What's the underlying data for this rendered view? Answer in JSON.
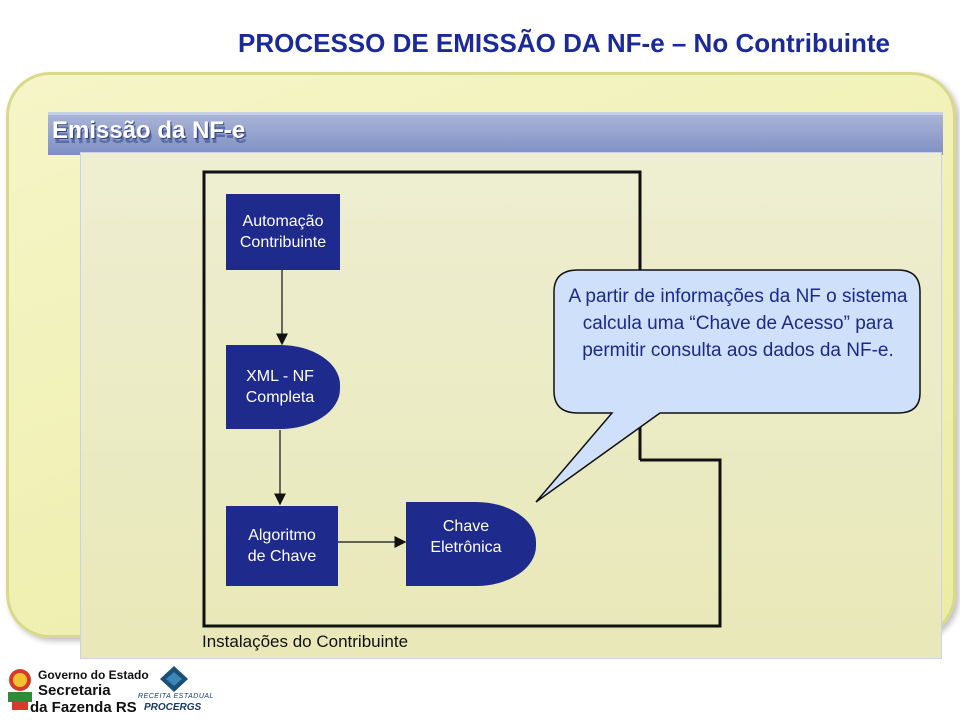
{
  "title": "PROCESSO DE EMISSÃO DA NF-e – No Contribuinte",
  "banner": "Emissão da NF-e",
  "nodes": {
    "automacao": [
      "Automação",
      "Contribuinte"
    ],
    "xml": [
      "XML - NF",
      "Completa"
    ],
    "algoritmo": [
      "Algoritmo",
      "de Chave"
    ],
    "chave": [
      "Chave",
      "Eletrônica"
    ]
  },
  "callout": "A partir de informações da NF o sistema calcula uma “Chave de Acesso” para permitir consulta aos dados da NF-e.",
  "container_label": "Instalações do Contribuinte",
  "logos": {
    "governo": "Governo do Estado",
    "secretaria": "Secretaria",
    "fazenda": "da Fazenda RS",
    "receita": "RECEITA ESTADUAL",
    "procergs": "PROCERGS"
  },
  "colors": {
    "title": "#1a2a9a",
    "node_fill": "#1e2a8c",
    "callout_fill": "#cfe0fa",
    "panel": "#f0f0b8",
    "banner": "#8c9acb"
  }
}
